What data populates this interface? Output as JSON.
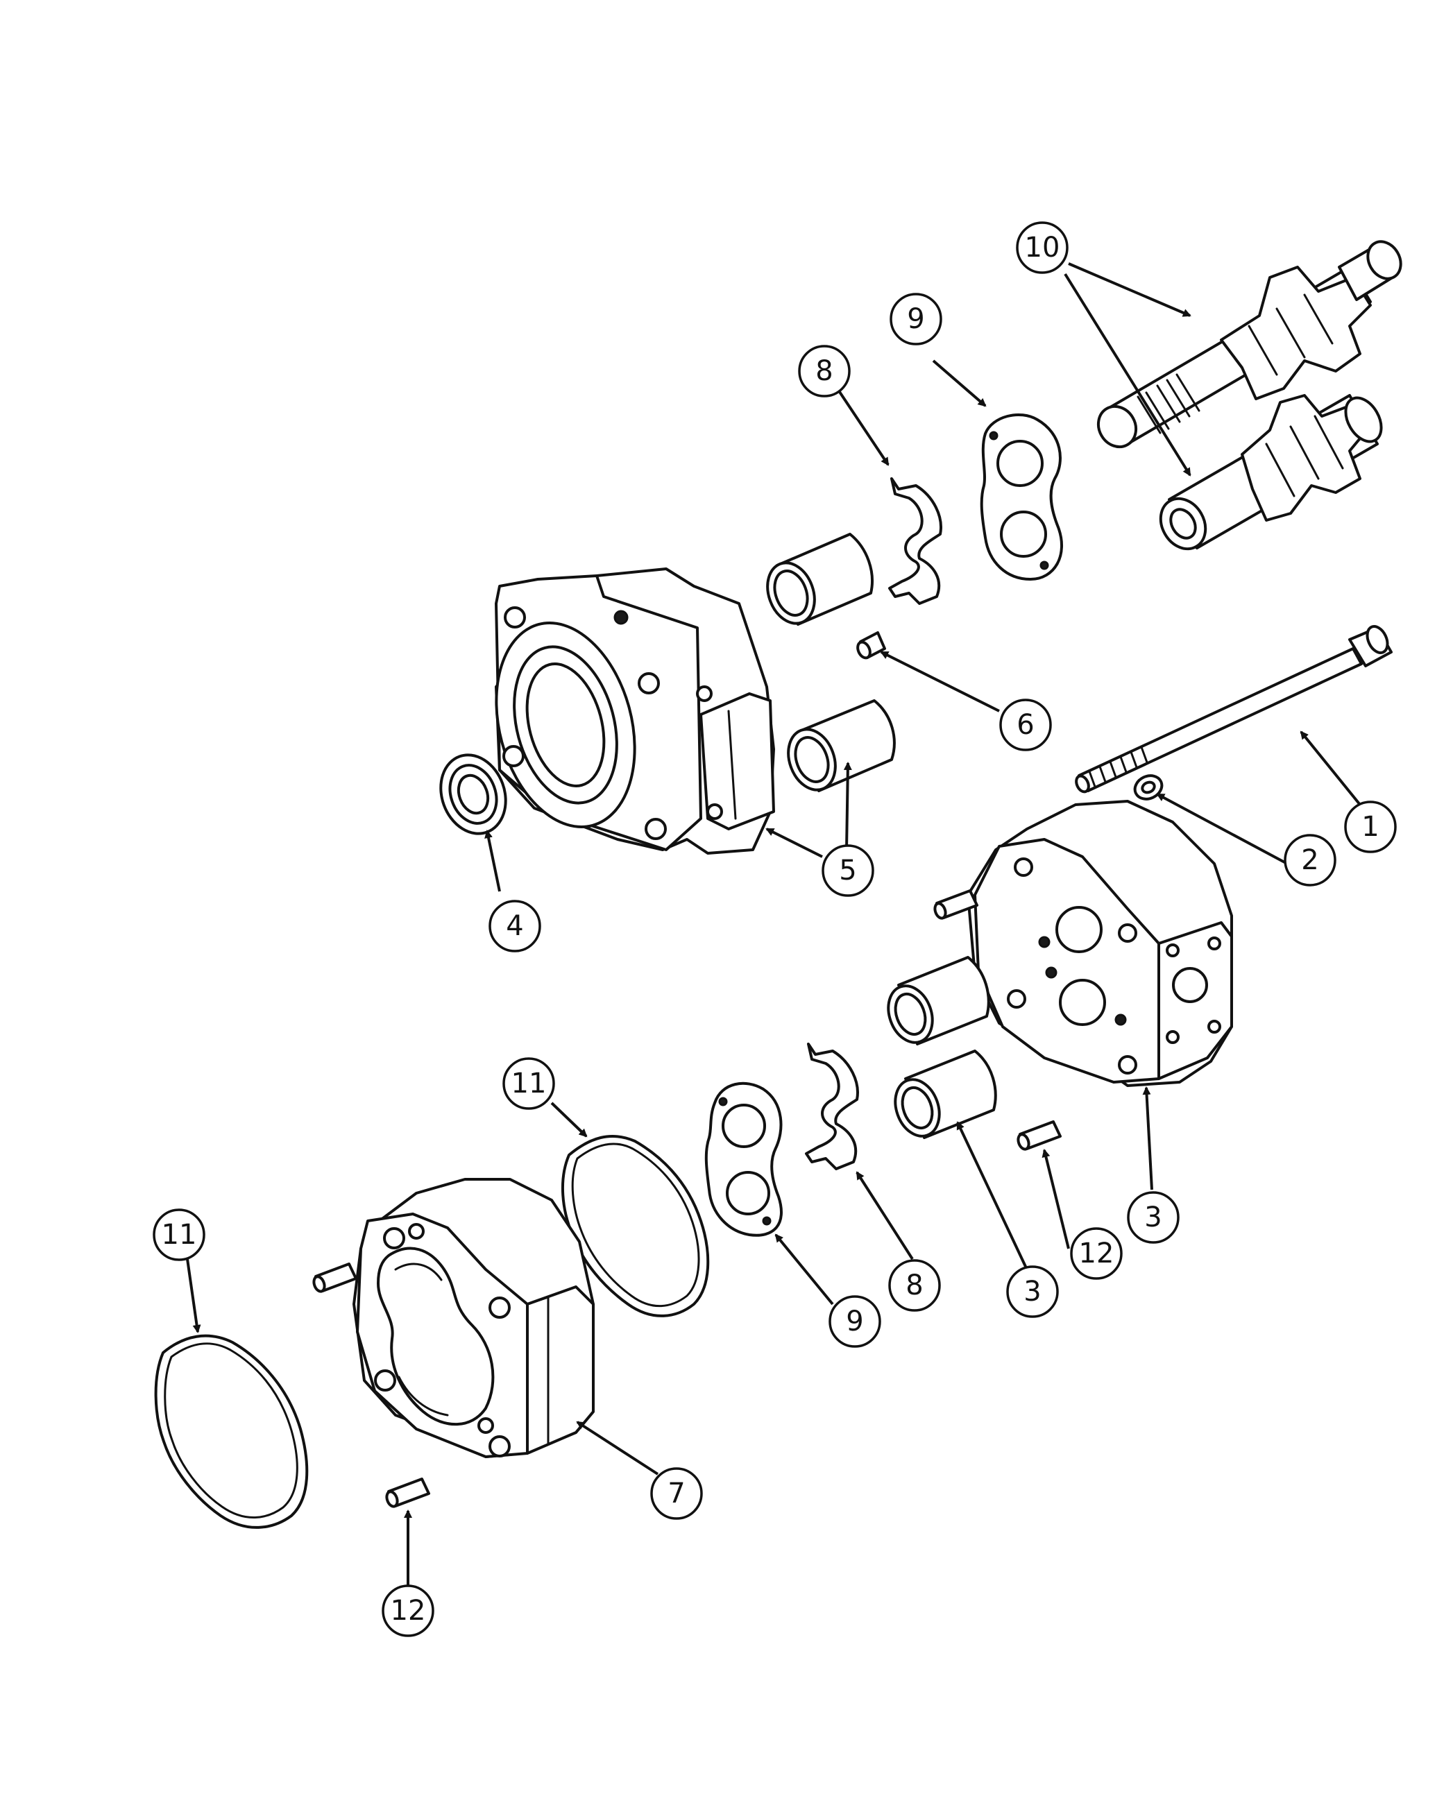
{
  "callouts": [
    {
      "id": "c1",
      "label": "1"
    },
    {
      "id": "c2",
      "label": "2"
    },
    {
      "id": "c3a",
      "label": "3"
    },
    {
      "id": "c3b",
      "label": "3"
    },
    {
      "id": "c4",
      "label": "4"
    },
    {
      "id": "c5",
      "label": "5"
    },
    {
      "id": "c6",
      "label": "6"
    },
    {
      "id": "c7",
      "label": "7"
    },
    {
      "id": "c8a",
      "label": "8"
    },
    {
      "id": "c8b",
      "label": "8"
    },
    {
      "id": "c9a",
      "label": "9"
    },
    {
      "id": "c9b",
      "label": "9"
    },
    {
      "id": "c10",
      "label": "10"
    },
    {
      "id": "c11a",
      "label": "11"
    },
    {
      "id": "c11b",
      "label": "11"
    },
    {
      "id": "c12a",
      "label": "12"
    },
    {
      "id": "c12b",
      "label": "12"
    }
  ]
}
